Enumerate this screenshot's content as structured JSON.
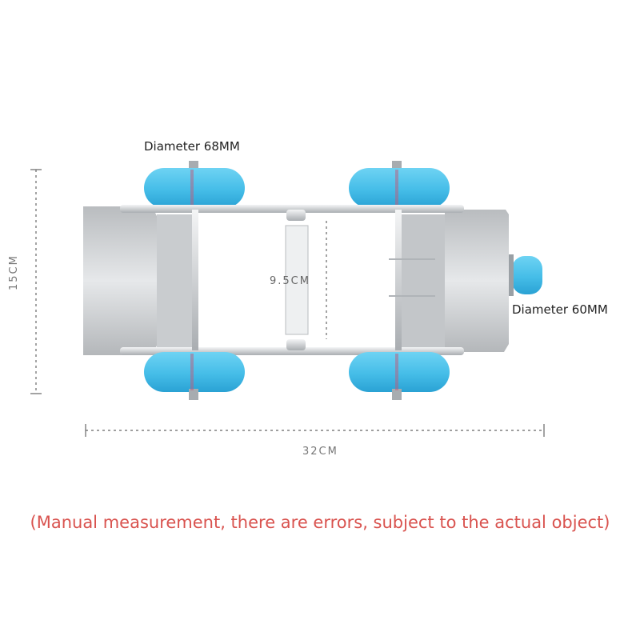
{
  "labels": {
    "front_wheel": "Diameter 68MM",
    "rear_wheel": "Diameter 60MM",
    "length": "32CM",
    "height": "15CM",
    "inner_width": "9.5CM"
  },
  "disclaimer": "(Manual measurement, there are errors, subject to the actual object)",
  "colors": {
    "wheel": "#4fc3ea",
    "wheel_shade": "#2aa6d6",
    "frame": "#c9cdd1",
    "plate": "#d7dadd",
    "dashes": "#666666",
    "disclaimer": "#d9534f"
  }
}
